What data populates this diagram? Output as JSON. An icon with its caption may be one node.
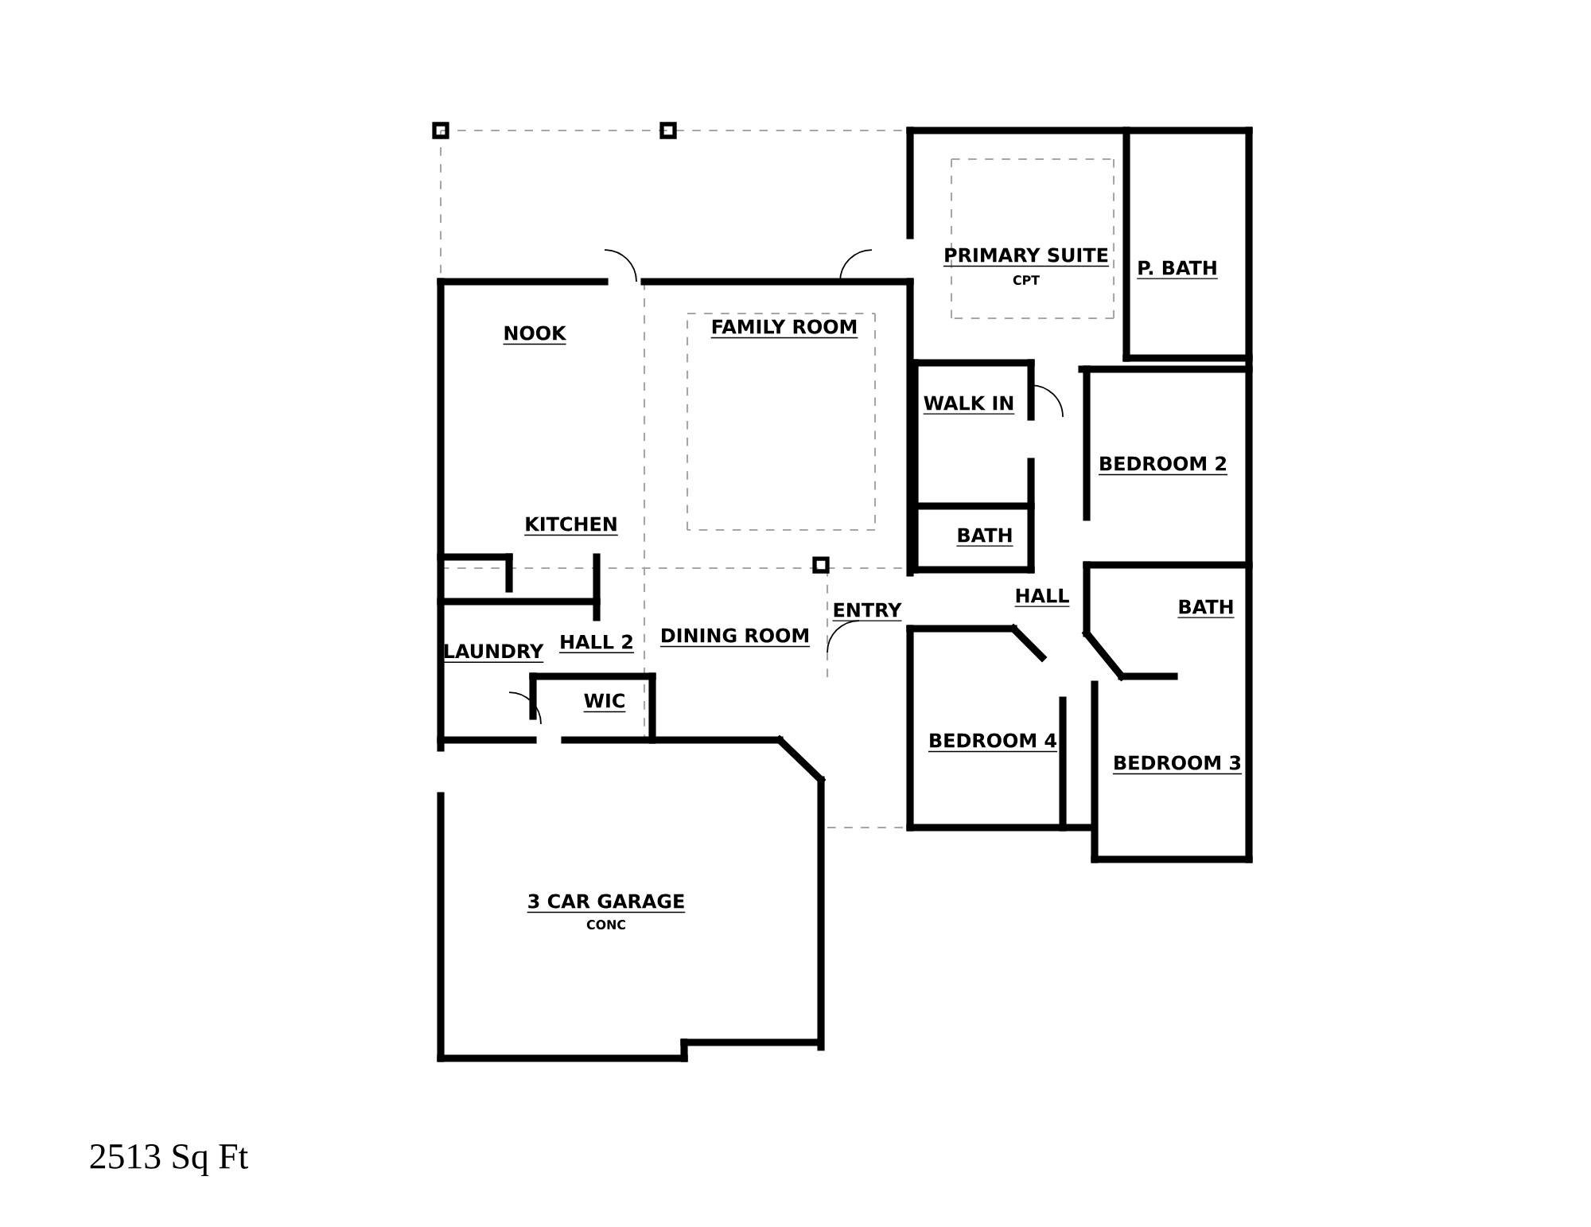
{
  "diagram": {
    "labels": [
      "PRIMARY SUITE",
      "CPT",
      "P. BATH",
      "NOOK",
      "FAMILY ROOM",
      "WALK IN",
      "BEDROOM 2",
      "KITCHEN",
      "BATH",
      "ENTRY",
      "HALL",
      "BATH",
      "HALL 2",
      "LAUNDRY",
      "DINING ROOM",
      "WIC",
      "BEDROOM 4",
      "BEDROOM 3",
      "3 CAR GARAGE",
      "CONC",
      "2513 Sq Ft"
    ]
  }
}
